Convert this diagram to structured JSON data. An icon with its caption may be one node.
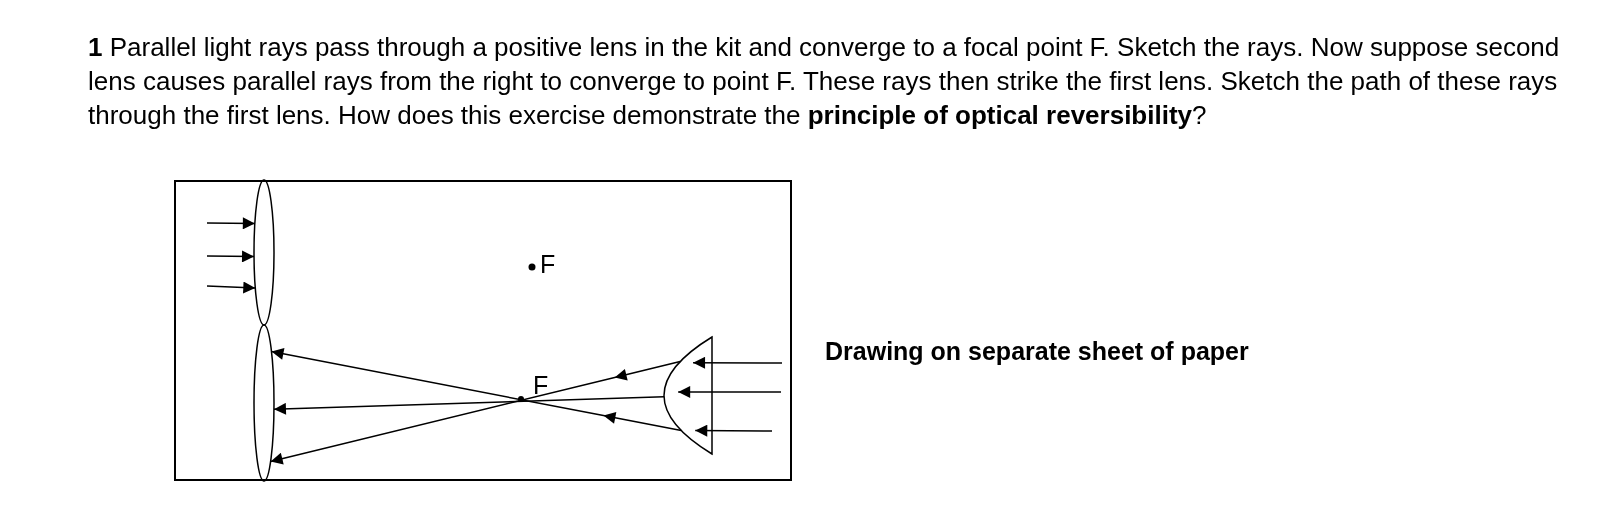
{
  "diagram": {
    "nodes": [
      {
        "text": [],
        "shape": "box"
      },
      {
        "text": [],
        "shape": "ellipse",
        "in": 0
      },
      {
        "text": [],
        "shape": "ellipse",
        "in": 0
      },
      {
        "text": [],
        "shape": "lens",
        "in": 0
      }
    ],
    "edges": [
      {
        "from": null,
        "to": 1,
        "arrow": "to"
      },
      {
        "from": null,
        "to": 1,
        "arrow": "to"
      },
      {
        "from": null,
        "to": 1,
        "arrow": "to"
      },
      {
        "from": null,
        "to": 3,
        "arrow": "to"
      },
      {
        "from": null,
        "to": 3,
        "arrow": "to"
      },
      {
        "from": null,
        "to": 3,
        "arrow": "to"
      },
      {
        "from": 3,
        "to": 2,
        "arrow": "to"
      },
      {
        "from": 3,
        "to": 2,
        "arrow": "to"
      },
      {
        "from": 3,
        "to": 2,
        "arrow": "to"
      }
    ],
    "labels": [
      "**1** Parallel light rays pass through a positive lens in the kit and converge to a focal point F. Sketch the rays.  Now suppose second lens causes parallel rays from the right to converge to point F.  These rays then strike the first lens.  Sketch the path of these rays through the first lens. How does this exercise demonstrate the **principle of optical reversibility**?",
      "F",
      "F",
      "Drawing on separate sheet of paper"
    ]
  }
}
